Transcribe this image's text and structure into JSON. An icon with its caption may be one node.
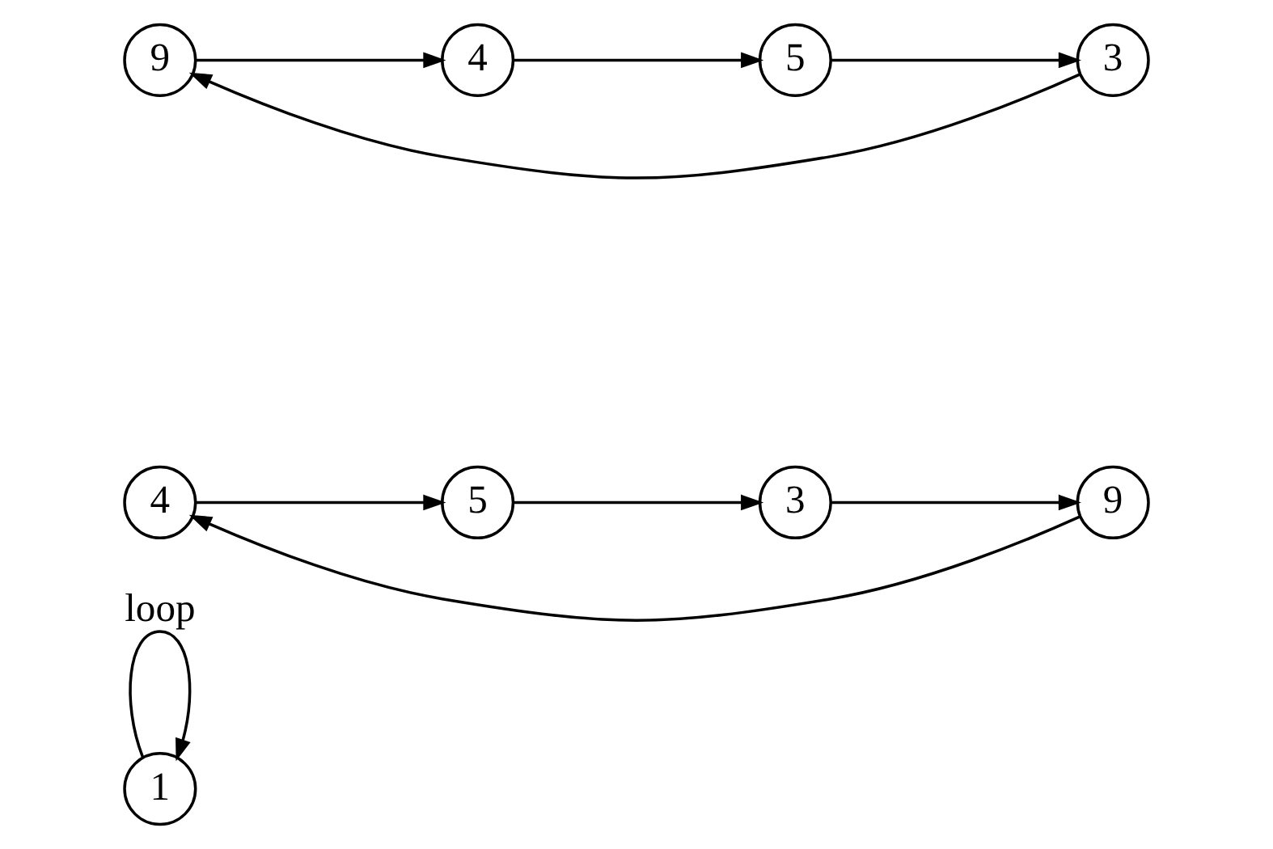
{
  "diagram": {
    "nodes": [
      {
        "text": [
          "1"
        ]
      },
      {
        "text": [
          "4"
        ]
      },
      {
        "text": [
          "5"
        ]
      },
      {
        "text": [
          "3"
        ]
      },
      {
        "text": [
          "9"
        ]
      },
      {
        "text": [
          "9"
        ]
      },
      {
        "text": [
          "4"
        ]
      },
      {
        "text": [
          "5"
        ]
      },
      {
        "text": [
          "3"
        ]
      }
    ],
    "edges": [
      {
        "from": 0,
        "to": 0,
        "arrow": "to",
        "label": "loop"
      },
      {
        "from": 1,
        "to": 2,
        "arrow": "to"
      },
      {
        "from": 2,
        "to": 3,
        "arrow": "to"
      },
      {
        "from": 3,
        "to": 4,
        "arrow": "to"
      },
      {
        "from": 4,
        "to": 1,
        "arrow": "to"
      },
      {
        "from": 5,
        "to": 6,
        "arrow": "to"
      },
      {
        "from": 6,
        "to": 7,
        "arrow": "to"
      },
      {
        "from": 7,
        "to": 8,
        "arrow": "to"
      },
      {
        "from": 8,
        "to": 5,
        "arrow": "to"
      }
    ]
  }
}
